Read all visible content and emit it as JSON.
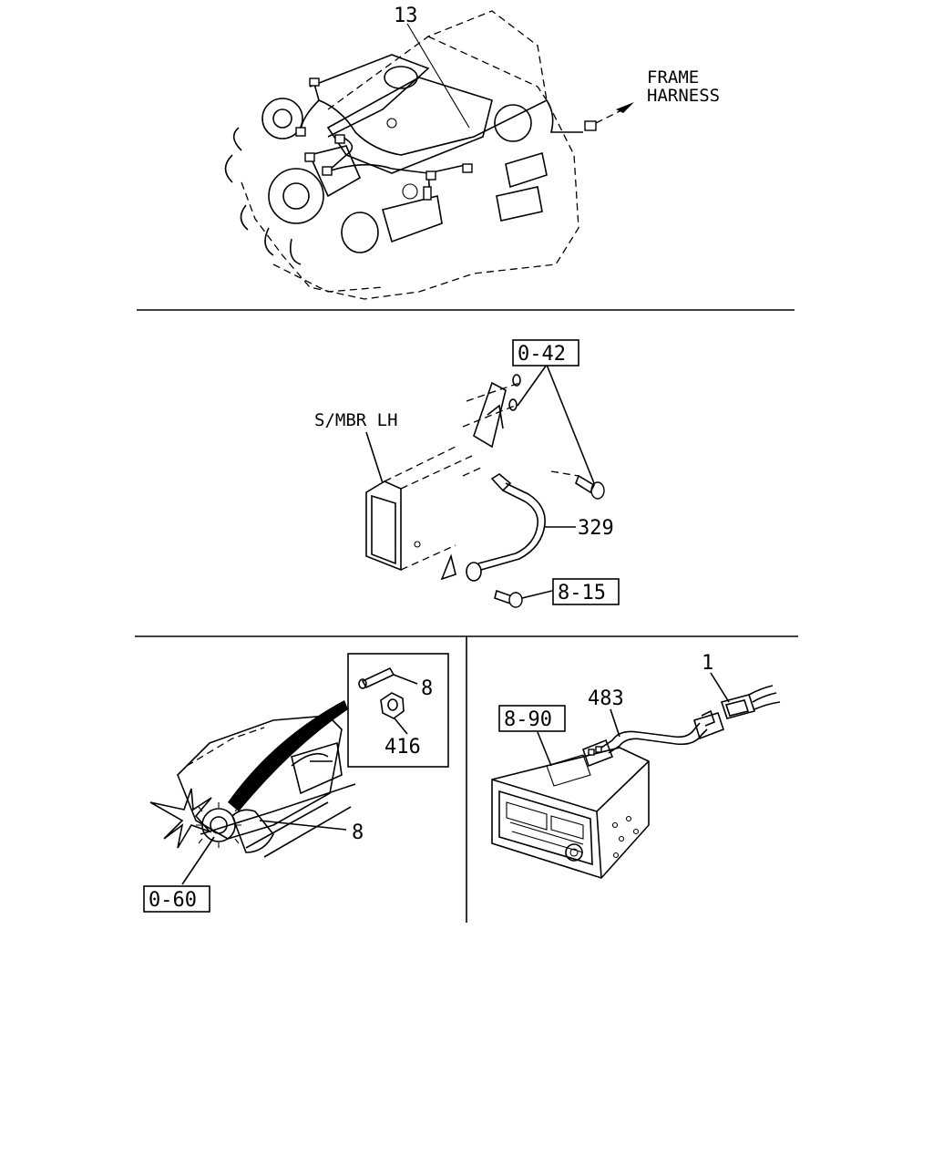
{
  "top_panel": {
    "callout_13": "13",
    "frame_harness_line1": "FRAME",
    "frame_harness_line2": "HARNESS"
  },
  "middle_panel": {
    "ref_0_42": "0-42",
    "side_member_label": "S/MBR LH",
    "callout_329": "329",
    "ref_8_15": "8-15"
  },
  "bottom_left_panel": {
    "inset_callout_8": "8",
    "inset_callout_416": "416",
    "callout_8": "8",
    "ref_0_60": "0-60"
  },
  "bottom_right_panel": {
    "ref_8_90": "8-90",
    "callout_483": "483",
    "callout_1": "1"
  }
}
